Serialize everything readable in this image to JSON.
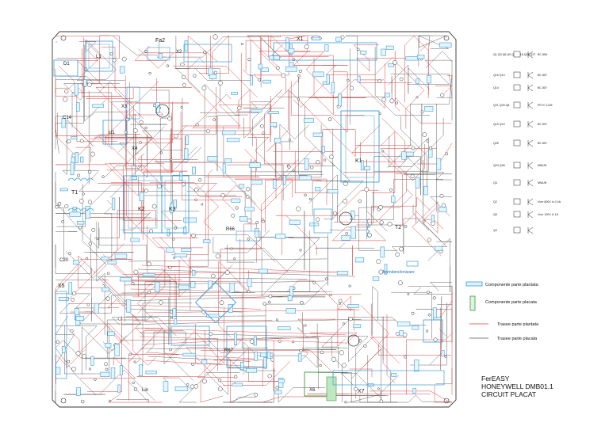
{
  "document": {
    "title_lines": [
      "FerEASY",
      "HONEYWELL DMB01.1",
      "CIRCUIT PLACAT"
    ]
  },
  "legend": {
    "items": [
      {
        "label": "Componente parte plantata",
        "kind": "component-top",
        "color": "#3aa0d8"
      },
      {
        "label": "Componente parte placata",
        "kind": "component-bottom",
        "color": "#3a9a3a"
      },
      {
        "label": "Trasee parte plantata",
        "kind": "trace-top",
        "color": "#d84040"
      },
      {
        "label": "Trasee parte placata",
        "kind": "trace-bottom",
        "color": "#555555"
      }
    ]
  },
  "board": {
    "colors": {
      "trace_top": "#d84040",
      "trace_bottom": "#555555",
      "component": "#3aa0d8",
      "outline": "#333333"
    },
    "labels": {
      "fa2": "Fa2",
      "x1": "X1",
      "x2": "X2",
      "x3": "X3",
      "x4": "X4",
      "x5": "X5",
      "x6": "X6",
      "x7": "X7",
      "d1": "D1",
      "l1": "L1",
      "c14": "C14",
      "u1": "U1",
      "t1": "T1",
      "t2": "T2",
      "k1": "K1",
      "k2": "K2",
      "k3": "K3",
      "r66": "R66",
      "r67": "R67",
      "c20": "C20",
      "lin": "Lin",
      "aprindere": "Aprindere/ionizare"
    }
  },
  "side_table": {
    "rows": [
      {
        "refs": "Q1 Q3 Q6 Q9 Q17 Q18 Q23 Q27",
        "part": "BC 856"
      },
      {
        "refs": "Q15 Q13",
        "part": "BC 857"
      },
      {
        "refs": "Q14",
        "part": "BC 857"
      },
      {
        "refs": "Q21 Q28 Q8",
        "part": "PDTC 114E"
      },
      {
        "refs": "Q15 Q14",
        "part": "BC 857"
      },
      {
        "refs": "Q25",
        "part": "BC 857"
      },
      {
        "refs": "Q24 Q26",
        "part": "MMUN"
      },
      {
        "refs": "Q4",
        "part": "MMUN"
      },
      {
        "refs": "Q2",
        "part": "Vcer 600V Ic 0.4A"
      },
      {
        "refs": "Q6",
        "part": "Vcer 100V Ic 1A"
      },
      {
        "refs": "Q3",
        "part": ""
      }
    ]
  }
}
